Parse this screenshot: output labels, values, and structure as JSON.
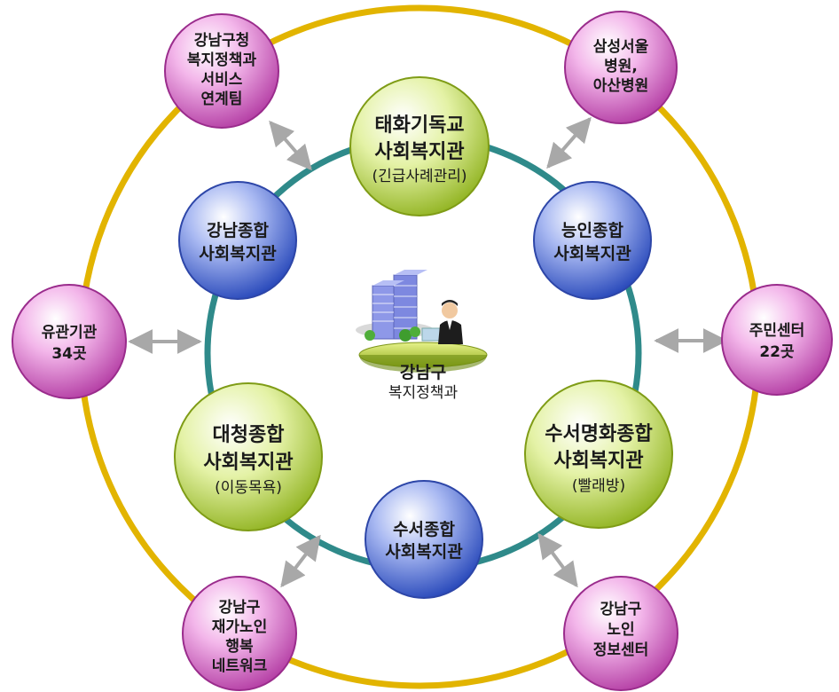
{
  "center": {
    "line1": "강남구",
    "line2": "복지정책과"
  },
  "inner_nodes": {
    "top": {
      "line1": "태화기독교",
      "line2": "사회복지관",
      "line3": "(긴급사례관리)"
    },
    "upper_left": {
      "line1": "강남종합",
      "line2": "사회복지관"
    },
    "upper_right": {
      "line1": "능인종합",
      "line2": "사회복지관"
    },
    "lower_left": {
      "line1": "대청종합",
      "line2": "사회복지관",
      "line3": "(이동목욕)"
    },
    "lower_right": {
      "line1": "수서명화종합",
      "line2": "사회복지관",
      "line3": "(빨래방)"
    },
    "bottom": {
      "line1": "수서종합",
      "line2": "사회복지관"
    }
  },
  "outer_nodes": {
    "top_left": {
      "lines": [
        "강남구청",
        "복지정책과",
        "서비스",
        "연계팀"
      ]
    },
    "top_right": {
      "lines": [
        "삼성서울",
        "병원,",
        "아산병원"
      ]
    },
    "left": {
      "lines": [
        "유관기관",
        "34곳"
      ]
    },
    "right": {
      "lines": [
        "주민센터",
        "22곳"
      ]
    },
    "bottom_left": {
      "lines": [
        "강남구",
        "재가노인",
        "행복",
        "네트워크"
      ]
    },
    "bottom_right": {
      "lines": [
        "강남구",
        "노인",
        "정보센터"
      ]
    }
  },
  "colors": {
    "outer_ring": "#e2b400",
    "inner_ring": "#2f8a8a",
    "green_node": "#c4df5a",
    "blue_node": "#4d6fd8",
    "pink_node": "#e07bd0",
    "arrow": "#a8a8a8"
  }
}
